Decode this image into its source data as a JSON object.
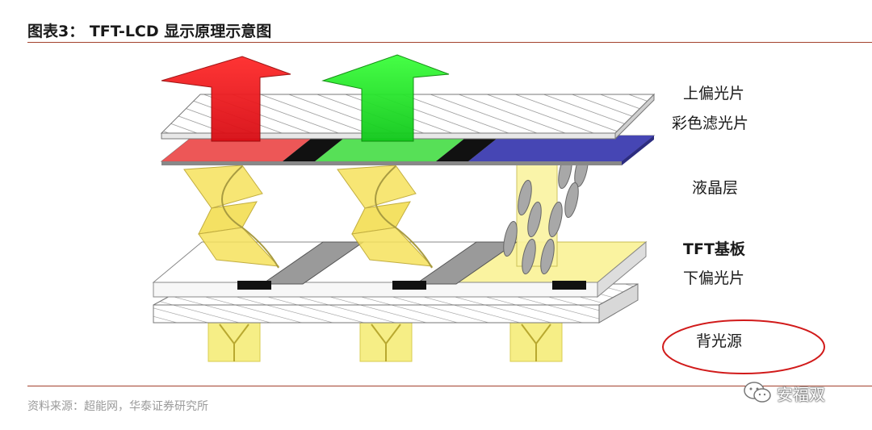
{
  "title": "图表3：  TFT-LCD 显示原理示意图",
  "source": "资料来源：超能网，华泰证券研究所",
  "labels": {
    "upper_polarizer": "上偏光片",
    "color_filter": "彩色滤光片",
    "liquid_crystal": "液晶层",
    "tft_substrate": "TFT基板",
    "lower_polarizer": "下偏光片",
    "backlight": "背光源"
  },
  "watermark": "安福双",
  "colors": {
    "accent_rule": "#a3422d",
    "red_light": "#e8141e",
    "green_light": "#1ee01e",
    "blue_filter": "#3a3aa8",
    "backlight_yellow": "#f6ee86",
    "highlight_circle": "#d11a1a"
  }
}
